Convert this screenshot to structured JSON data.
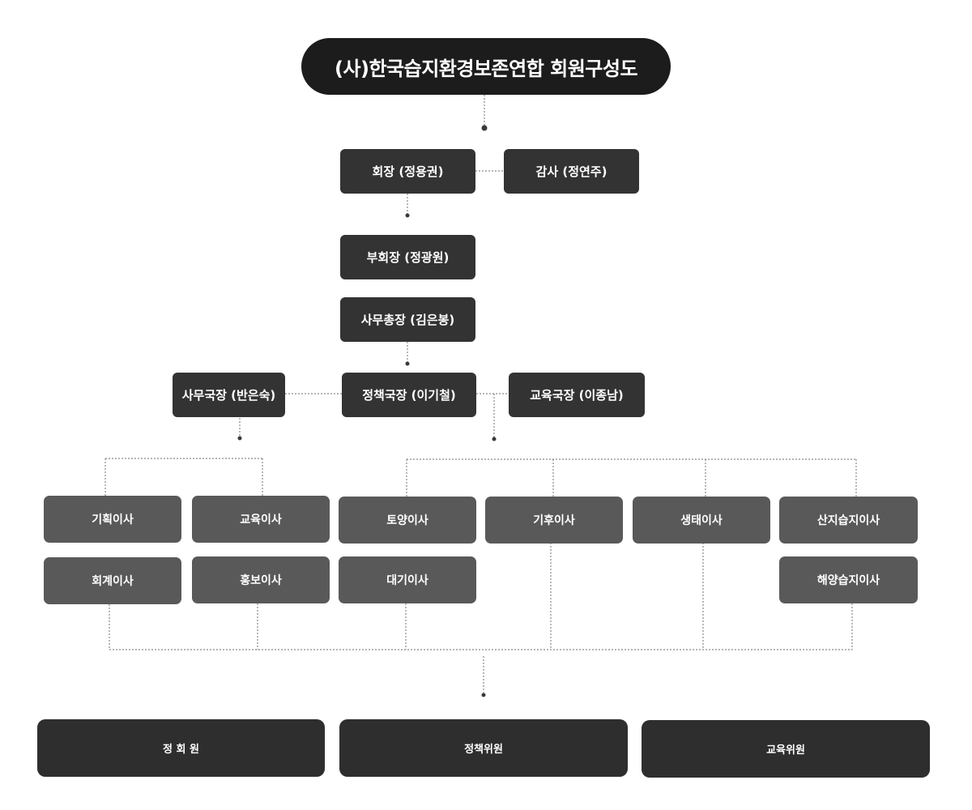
{
  "title": "(사)한국습지환경보존연합 회원구성도",
  "leaders": {
    "president": "회장 (정용권)",
    "auditor": "감사 (정연주)",
    "vice_president": "부회장 (정광원)",
    "secretary_general": "사무총장 (김은봉)",
    "office_director": "사무국장 (반은숙)",
    "policy_director": "정책국장 (이기철)",
    "education_director": "교육국장 (이종남)"
  },
  "directors": {
    "planning": "기획이사",
    "education": "교육이사",
    "accounting": "회계이사",
    "publicity": "홍보이사",
    "soil": "토양이사",
    "atmosphere": "대기이사",
    "climate": "기후이사",
    "ecology": "생태이사",
    "mountain_wetland": "산지습지이사",
    "marine_wetland": "해양습지이사"
  },
  "members": {
    "regular": "정 회 원",
    "policy": "정책위원",
    "education": "교육위원"
  }
}
